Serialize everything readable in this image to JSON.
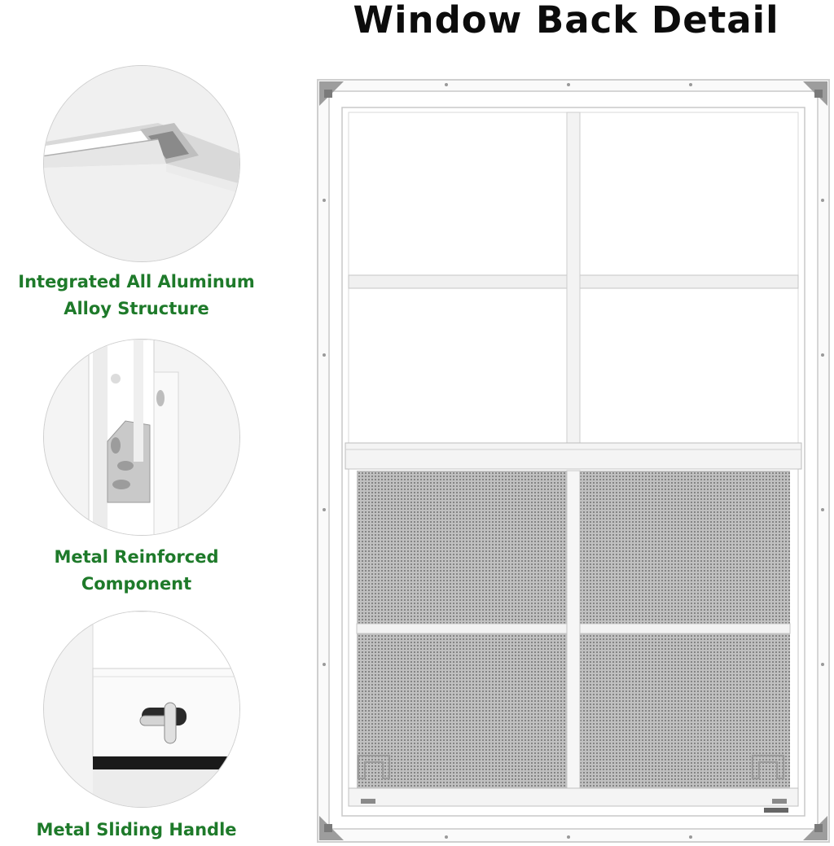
{
  "title": "Window Back Detail",
  "features": [
    {
      "line1": "Integrated All Aluminum",
      "line2": "Alloy Structure",
      "icon": "aluminum-profile-icon"
    },
    {
      "line1": "Metal Reinforced",
      "line2": "Component",
      "icon": "corner-bracket-icon"
    },
    {
      "line1": "Metal Sliding Handle",
      "line2": "",
      "icon": "sliding-handle-icon"
    }
  ],
  "colors": {
    "caption": "#1e7a2a",
    "title": "#0c0c0c",
    "frame": "#ffffff",
    "screen": "#8e8e8e"
  }
}
